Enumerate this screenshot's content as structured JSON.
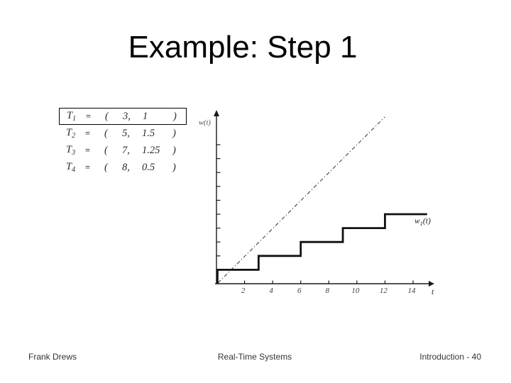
{
  "slide": {
    "title": "Example: Step 1",
    "footer": {
      "left": "Frank Drews",
      "center": "Real-Time Systems",
      "right": "Introduction - 40"
    }
  },
  "task_table": {
    "rows": [
      {
        "task": "T",
        "index": "1",
        "equals": "=",
        "open": "(",
        "period": "3,",
        "exec": "1",
        "close": ")",
        "highlighted": true
      },
      {
        "task": "T",
        "index": "2",
        "equals": "=",
        "open": "(",
        "period": "5,",
        "exec": "1.5",
        "close": ")",
        "highlighted": false
      },
      {
        "task": "T",
        "index": "3",
        "equals": "=",
        "open": "(",
        "period": "7,",
        "exec": "1.25",
        "close": ")",
        "highlighted": false
      },
      {
        "task": "T",
        "index": "4",
        "equals": "=",
        "open": "(",
        "period": "8,",
        "exec": "0.5",
        "close": ")",
        "highlighted": false
      }
    ]
  },
  "chart_data": {
    "type": "line",
    "title": "",
    "xlabel": "t",
    "ylabel": "w(t)",
    "xlim": [
      0,
      15.6
    ],
    "ylim": [
      0,
      12.4
    ],
    "x_ticks": [
      2,
      4,
      6,
      8,
      10,
      12,
      14
    ],
    "x_tick_labels": [
      "2",
      "4",
      "6",
      "8",
      "10",
      "12",
      "14"
    ],
    "y_ticks": [
      1,
      2,
      3,
      4,
      5,
      6,
      7,
      8,
      9,
      10
    ],
    "y_tick_labels_shown": false,
    "grid": false,
    "legend_position": "none",
    "series": [
      {
        "name": "w1(t)",
        "type": "step",
        "points": [
          [
            0,
            1
          ],
          [
            3,
            2
          ],
          [
            6,
            3
          ],
          [
            9,
            4
          ],
          [
            12,
            5
          ]
        ],
        "end_x": 15,
        "color": "#111111",
        "stroke": "thick",
        "label_parts": {
          "base": "w",
          "sub": "1",
          "rest": "(t)"
        }
      },
      {
        "name": "identity-reference",
        "type": "line",
        "points": [
          [
            0,
            0
          ],
          [
            12,
            12
          ]
        ],
        "style": "dash-dot",
        "color": "#333333"
      }
    ],
    "colors": {
      "axis": "#1a1a1a",
      "step_line": "#111111",
      "dashed_line": "#333333"
    }
  }
}
